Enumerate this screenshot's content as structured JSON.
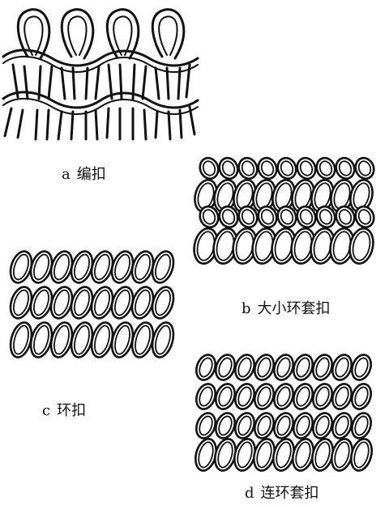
{
  "colors": {
    "ink": "#111111",
    "paper": "#ffffff"
  },
  "figures": [
    {
      "letter": "a",
      "label": "编扣"
    },
    {
      "letter": "b",
      "label": "大小环套扣"
    },
    {
      "letter": "c",
      "label": "环扣"
    },
    {
      "letter": "d",
      "label": "连环套扣"
    }
  ]
}
